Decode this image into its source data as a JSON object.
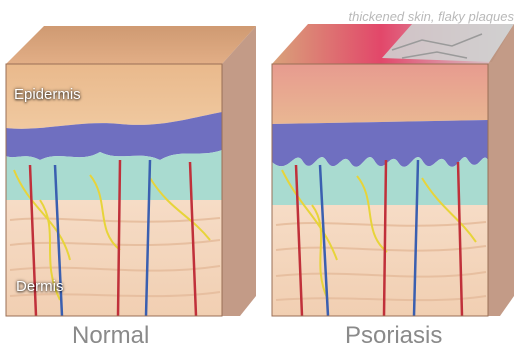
{
  "annotation": {
    "note": "thickened skin, flaky plaques"
  },
  "labels": {
    "epidermis": "Epidermis",
    "dermis": "Dermis"
  },
  "captions": {
    "normal": "Normal",
    "psoriasis": "Psoriasis"
  },
  "colors": {
    "skin_surface": "#d9a27a",
    "epidermis": "#e8b88a",
    "basal_layer": "#6e6fbf",
    "papillary": "#a8d8cf",
    "dermis": "#f2d3b8",
    "nerve": "#e6d23a",
    "artery": "#c0303a",
    "vein": "#3a5fb0",
    "inflammation": "#e2476a",
    "plaque": "#cfcfcf"
  }
}
